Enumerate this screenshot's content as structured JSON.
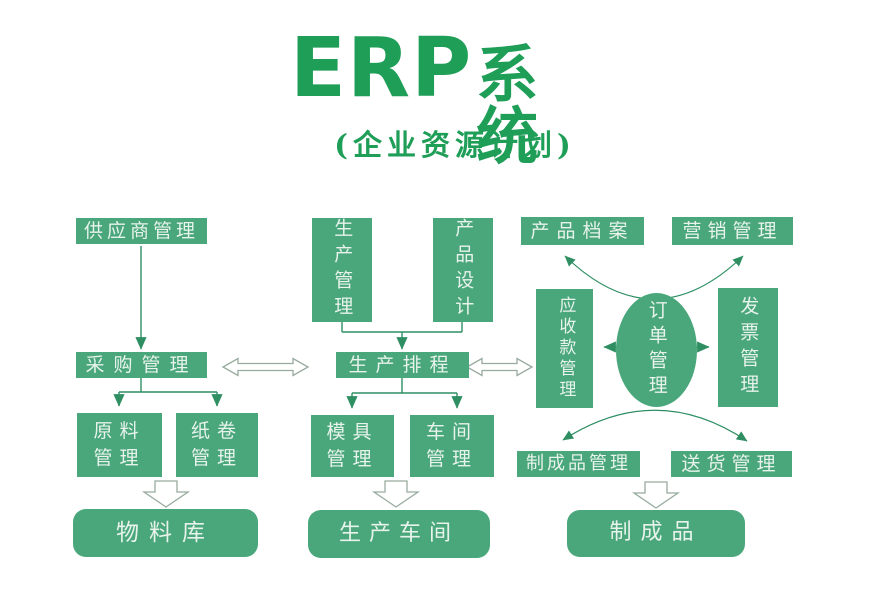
{
  "title": {
    "latin": "ERP",
    "cjk": "系统",
    "subtitle": "(企业资源计划)"
  },
  "colors": {
    "box_green": "#4aa77c",
    "title_green": "#1f9e58",
    "box_text": "#e7f3eb",
    "arrow_green": "#2f8f63",
    "hollow_arrow_outline": "#97ab9e",
    "background": "#ffffff"
  },
  "nodes": {
    "supplier": "供应商管理",
    "purchase": "采购管理",
    "raw_material": "原料\n管理",
    "paper_roll": "纸卷\n管理",
    "material_store": "物料库",
    "production_mgmt": "生产管理",
    "product_design": "产品设计",
    "scheduling": "生产排程",
    "mold": "模具\n管理",
    "workshop_mgmt": "车间\n管理",
    "production_workshop": "生产车间",
    "product_archive": "产品档案",
    "marketing": "营销管理",
    "receivables": "应收款管理",
    "order": "订单管理",
    "invoice": "发票管理",
    "finished_goods_mgmt": "制成品管理",
    "delivery": "送货管理",
    "finished_goods": "制成品"
  },
  "edges": [
    {
      "from": "供应商管理",
      "to": "采购管理",
      "style": "arrow"
    },
    {
      "from": "采购管理",
      "to": "原料管理",
      "style": "arrow"
    },
    {
      "from": "采购管理",
      "to": "纸卷管理",
      "style": "arrow"
    },
    {
      "from": "原料管理/纸卷管理",
      "to": "物料库",
      "style": "hollow-block-arrow"
    },
    {
      "from": "生产管理",
      "to": "生产排程",
      "style": "arrow"
    },
    {
      "from": "产品设计",
      "to": "生产排程",
      "style": "arrow"
    },
    {
      "from": "采购管理",
      "to": "生产排程",
      "style": "hollow-double-arrow"
    },
    {
      "from": "生产排程",
      "to": "应收款管理",
      "style": "hollow-double-arrow"
    },
    {
      "from": "生产排程",
      "to": "模具管理",
      "style": "arrow"
    },
    {
      "from": "生产排程",
      "to": "车间管理",
      "style": "arrow"
    },
    {
      "from": "模具管理/车间管理",
      "to": "生产车间",
      "style": "hollow-block-arrow"
    },
    {
      "from": "订单管理",
      "to": "产品档案",
      "style": "curved-arrow"
    },
    {
      "from": "订单管理",
      "to": "营销管理",
      "style": "curved-arrow"
    },
    {
      "from": "订单管理",
      "to": "应收款管理",
      "style": "arrow"
    },
    {
      "from": "订单管理",
      "to": "发票管理",
      "style": "arrow"
    },
    {
      "from": "订单管理",
      "to": "制成品管理",
      "style": "curved-arrow"
    },
    {
      "from": "订单管理",
      "to": "送货管理",
      "style": "curved-arrow"
    },
    {
      "from": "制成品管理/送货管理",
      "to": "制成品",
      "style": "hollow-block-arrow"
    }
  ]
}
